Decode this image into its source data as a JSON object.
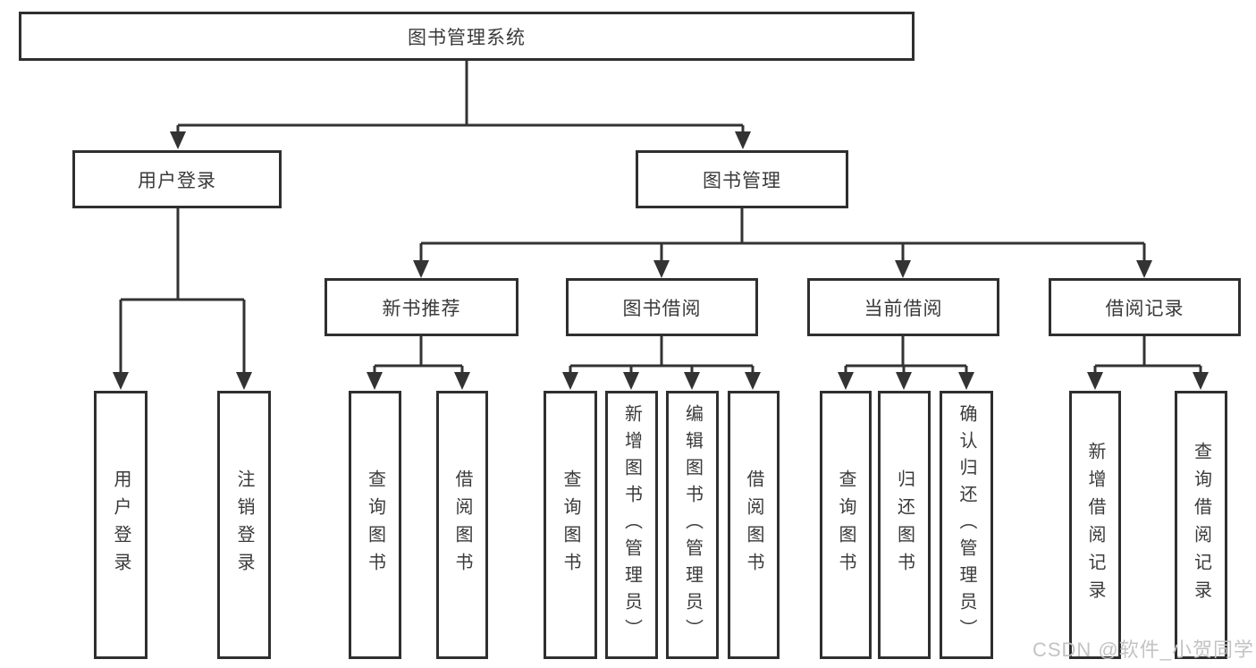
{
  "colors": {
    "line": "#333333",
    "border": "#2f2f2f",
    "text": "#3a3a3a",
    "background": "#ffffff",
    "watermark": "#c3c3c3"
  },
  "watermark": "CSDN @软件_小贺同学",
  "nodes": {
    "root": "图书管理系统",
    "user_login": "用户登录",
    "book_mgmt": "图书管理",
    "new_book_rec": "新书推荐",
    "book_borrow": "图书借阅",
    "current_borrow": "当前借阅",
    "borrow_record": "借阅记录"
  },
  "leaves": {
    "user_login_login": "用户登录",
    "user_login_logout": "注销登录",
    "rec_query_book": "查询图书",
    "rec_borrow_book": "借阅图书",
    "bb_query_book": "查询图书",
    "bb_add_book": "新增图书（管理员）",
    "bb_edit_book": "编辑图书（管理员）",
    "bb_borrow_book": "借阅图书",
    "cb_query_book": "查询图书",
    "cb_return_book": "归还图书",
    "cb_confirm_return": "确认归还（管理员）",
    "br_add_record": "新增借阅记录",
    "br_query_record": "查询借阅记录"
  }
}
